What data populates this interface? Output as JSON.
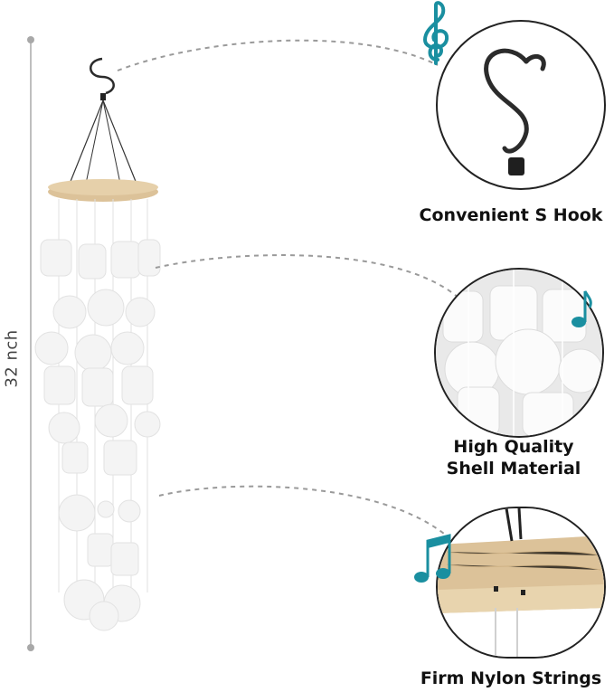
{
  "measurement": {
    "label": "32 nch"
  },
  "features": [
    {
      "label": "Convenient S Hook"
    },
    {
      "label_line1": "High Quality",
      "label_line2": "Shell Material"
    },
    {
      "label": "Firm Nylon Strings"
    }
  ],
  "colors": {
    "note": "#1a8fa0",
    "wood": "#dcc299",
    "hook": "#2b2b2b",
    "shell": "#f2f2f2",
    "dash": "#9a9a9a"
  },
  "icons": [
    "treble-clef-icon",
    "music-note-icon",
    "beamed-notes-icon",
    "s-hook-icon"
  ]
}
